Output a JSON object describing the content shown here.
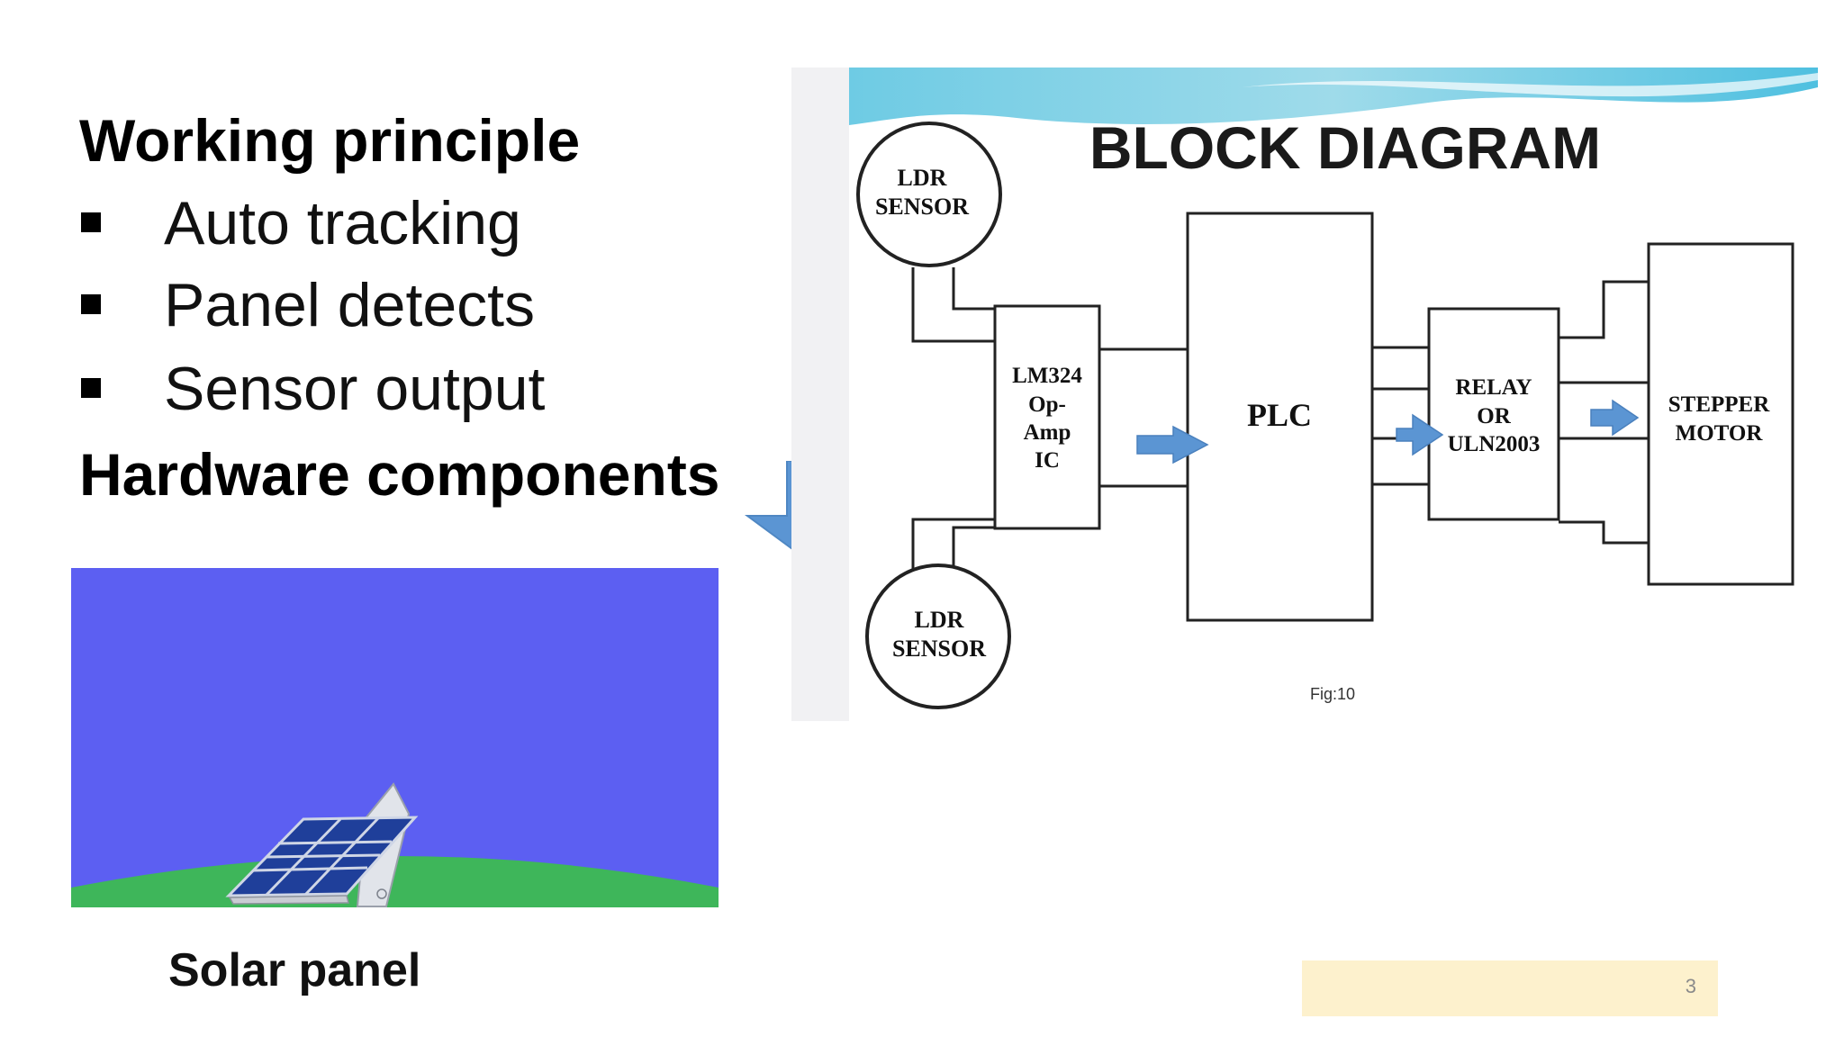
{
  "left_panel": {
    "heading_working": "Working principle",
    "bullets": [
      "Auto tracking",
      "Panel detects",
      "Sensor output"
    ],
    "heading_hardware": "Hardware components",
    "solar_caption": "Solar panel"
  },
  "diagram": {
    "title": "BLOCK DIAGRAM",
    "ldr_top": [
      "LDR",
      "SENSOR"
    ],
    "ldr_bottom": [
      "LDR",
      "SENSOR"
    ],
    "opamp": [
      "LM324",
      "Op-",
      "Amp",
      "IC"
    ],
    "plc": "PLC",
    "relay": [
      "RELAY",
      "OR",
      "ULN2003"
    ],
    "motor": [
      "STEPPER",
      "MOTOR"
    ],
    "fig_label": "Fig:10"
  },
  "footer": {
    "page_number": "3"
  },
  "colors": {
    "arrow_blue": "#5b95d3",
    "sky": "#5c5ff2",
    "grass": "#3eb65a",
    "page_box": "#fdf1cd"
  }
}
